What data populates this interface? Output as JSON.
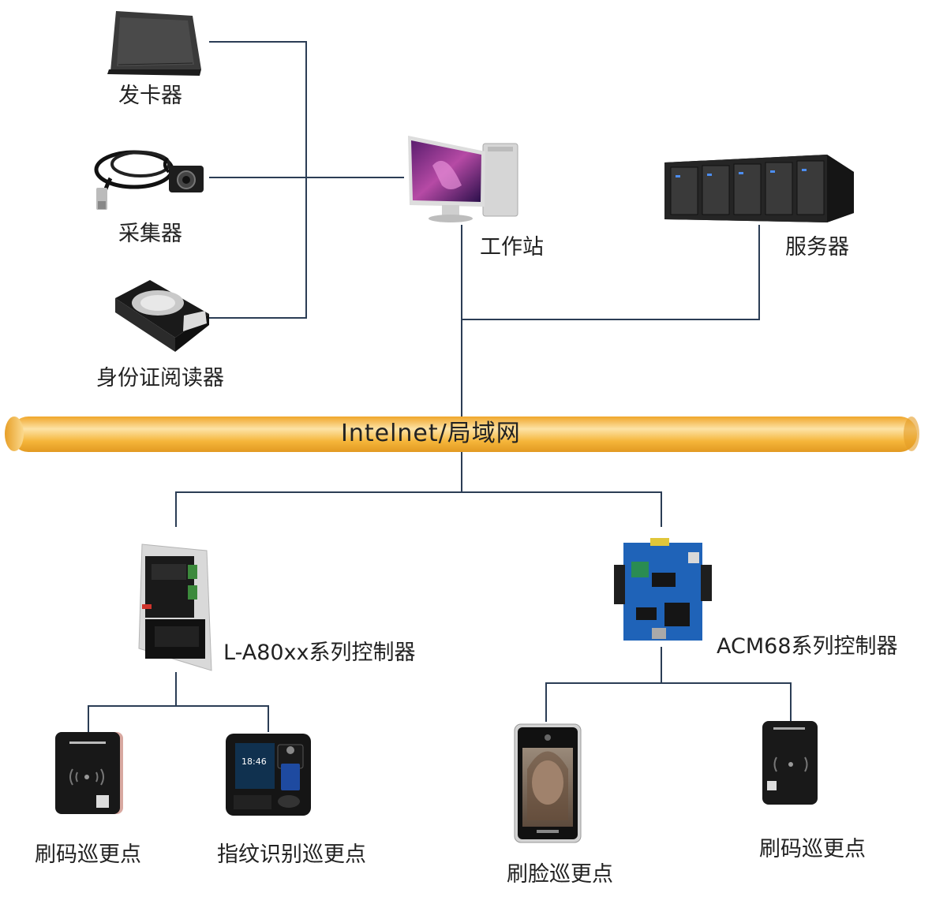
{
  "labels": {
    "card_issuer": "发卡器",
    "collector": "采集器",
    "id_reader": "身份证阅读器",
    "workstation": "工作站",
    "server": "服务器",
    "network": "Intelnet/局域网",
    "controller_left": "L-A80xx系列控制器",
    "controller_right": "ACM68系列控制器",
    "patrol_card_left": "刷码巡更点",
    "patrol_fingerprint": "指纹识别巡更点",
    "patrol_face": "刷脸巡更点",
    "patrol_card_right": "刷码巡更点"
  },
  "screen_texts": {
    "fingerprint_clock": "18:46"
  },
  "colors": {
    "wire": "#2b3d55",
    "bus_fill": "#f5b53a",
    "bus_highlight": "#fde3a6",
    "pcb_blue": "#1f63b8"
  }
}
